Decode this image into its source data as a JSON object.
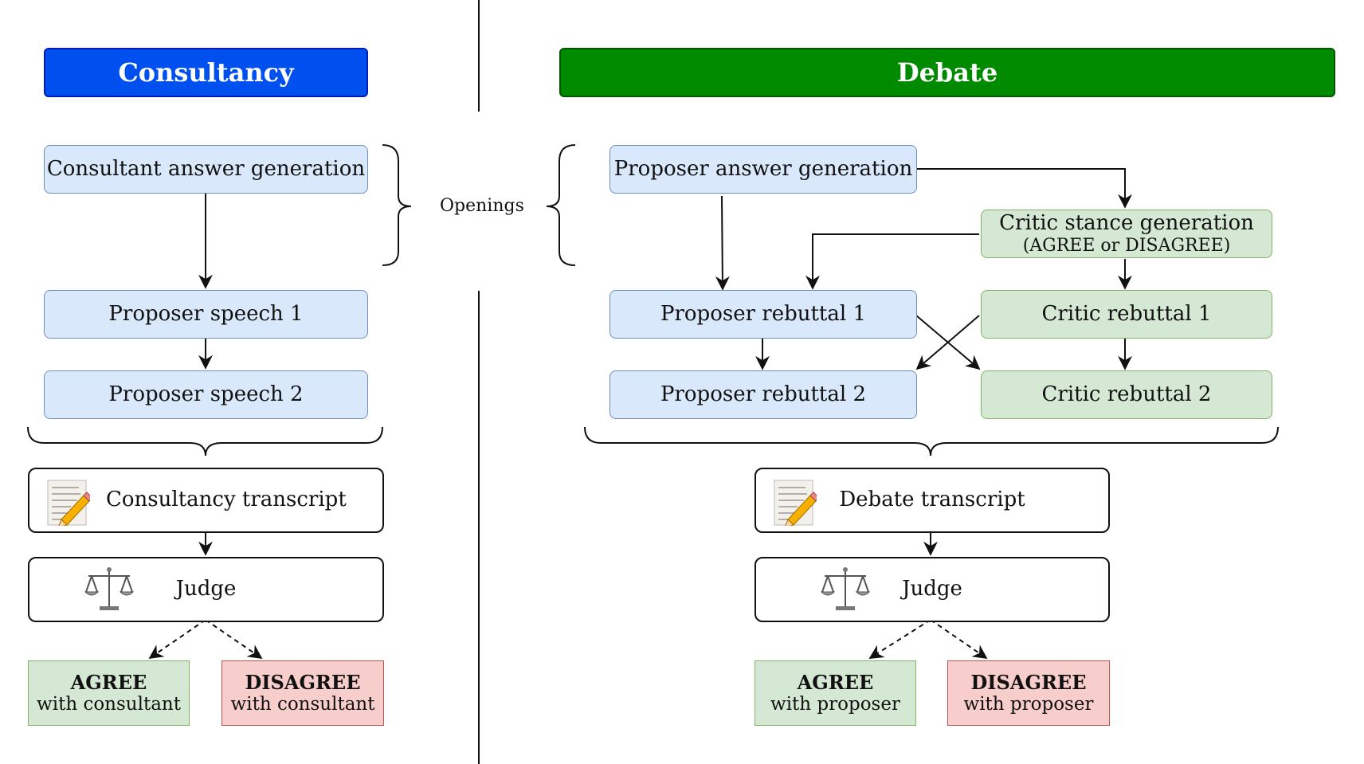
{
  "consultancy": {
    "header": "Consultancy",
    "answer_generation": "Consultant answer generation",
    "speech_1": "Proposer speech 1",
    "speech_2": "Proposer speech 2",
    "transcript": "Consultancy transcript",
    "judge": "Judge",
    "agree_title": "AGREE",
    "agree_sub": "with consultant",
    "disagree_title": "DISAGREE",
    "disagree_sub": "with consultant"
  },
  "openings_label": "Openings",
  "debate": {
    "header": "Debate",
    "proposer_answer_generation": "Proposer answer generation",
    "critic_stance_title": "Critic stance generation",
    "critic_stance_sub": "(AGREE or DISAGREE)",
    "proposer_rebuttal_1": "Proposer rebuttal 1",
    "proposer_rebuttal_2": "Proposer rebuttal 2",
    "critic_rebuttal_1": "Critic rebuttal 1",
    "critic_rebuttal_2": "Critic rebuttal 2",
    "transcript": "Debate transcript",
    "judge": "Judge",
    "agree_title": "AGREE",
    "agree_sub": "with proposer",
    "disagree_title": "DISAGREE",
    "disagree_sub": "with proposer"
  },
  "colors": {
    "consultancy_header": "#0050ef",
    "debate_header": "#008a00",
    "blue_node": "#dae8fc",
    "green_node": "#d5e8d4",
    "red_node": "#f8cecc"
  },
  "icons": {
    "transcript": "memo-pencil-icon",
    "judge": "balance-scale-icon"
  }
}
